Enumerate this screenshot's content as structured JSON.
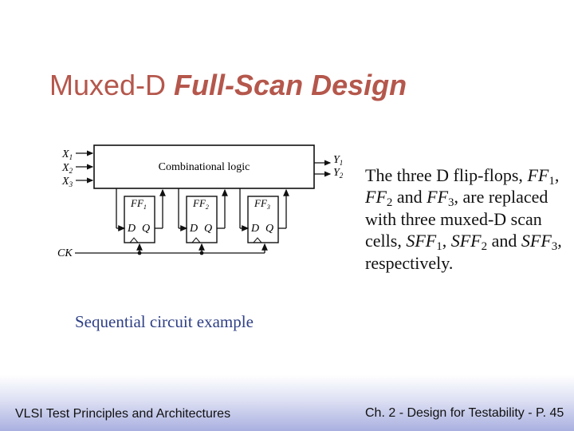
{
  "slide": {
    "title_plain": "Muxed-D ",
    "title_emphasis": "Full-Scan Design",
    "caption": "Sequential circuit example",
    "body": {
      "part1": "The three D flip-flops, ",
      "ff": "FF",
      "sub1": "1",
      "sep1": ", ",
      "sub2": "2",
      "and1": " and ",
      "sub3": "3",
      "part2": ", are replaced with three muxed-D scan cells, ",
      "sff": "SFF",
      "sep2": ", ",
      "and2": " and ",
      "end": ", respectively."
    },
    "footer_left": "VLSI Test Principles and Architectures",
    "footer_right": "Ch. 2 - Design for Testability - P. 45"
  },
  "diagram": {
    "logic_label": "Combinational logic",
    "inputs": [
      {
        "name": "X",
        "sub": "1"
      },
      {
        "name": "X",
        "sub": "2"
      },
      {
        "name": "X",
        "sub": "3"
      }
    ],
    "outputs": [
      {
        "name": "Y",
        "sub": "1"
      },
      {
        "name": "Y",
        "sub": "2"
      }
    ],
    "flipflops": [
      {
        "name": "FF",
        "sub": "1",
        "d": "D",
        "q": "Q"
      },
      {
        "name": "FF",
        "sub": "2",
        "d": "D",
        "q": "Q"
      },
      {
        "name": "FF",
        "sub": "3",
        "d": "D",
        "q": "Q"
      }
    ],
    "clock_label": "CK"
  },
  "colors": {
    "title": "#b5574c",
    "caption": "#2e3f86",
    "footer_gradient_end": "#a9b0e0"
  }
}
